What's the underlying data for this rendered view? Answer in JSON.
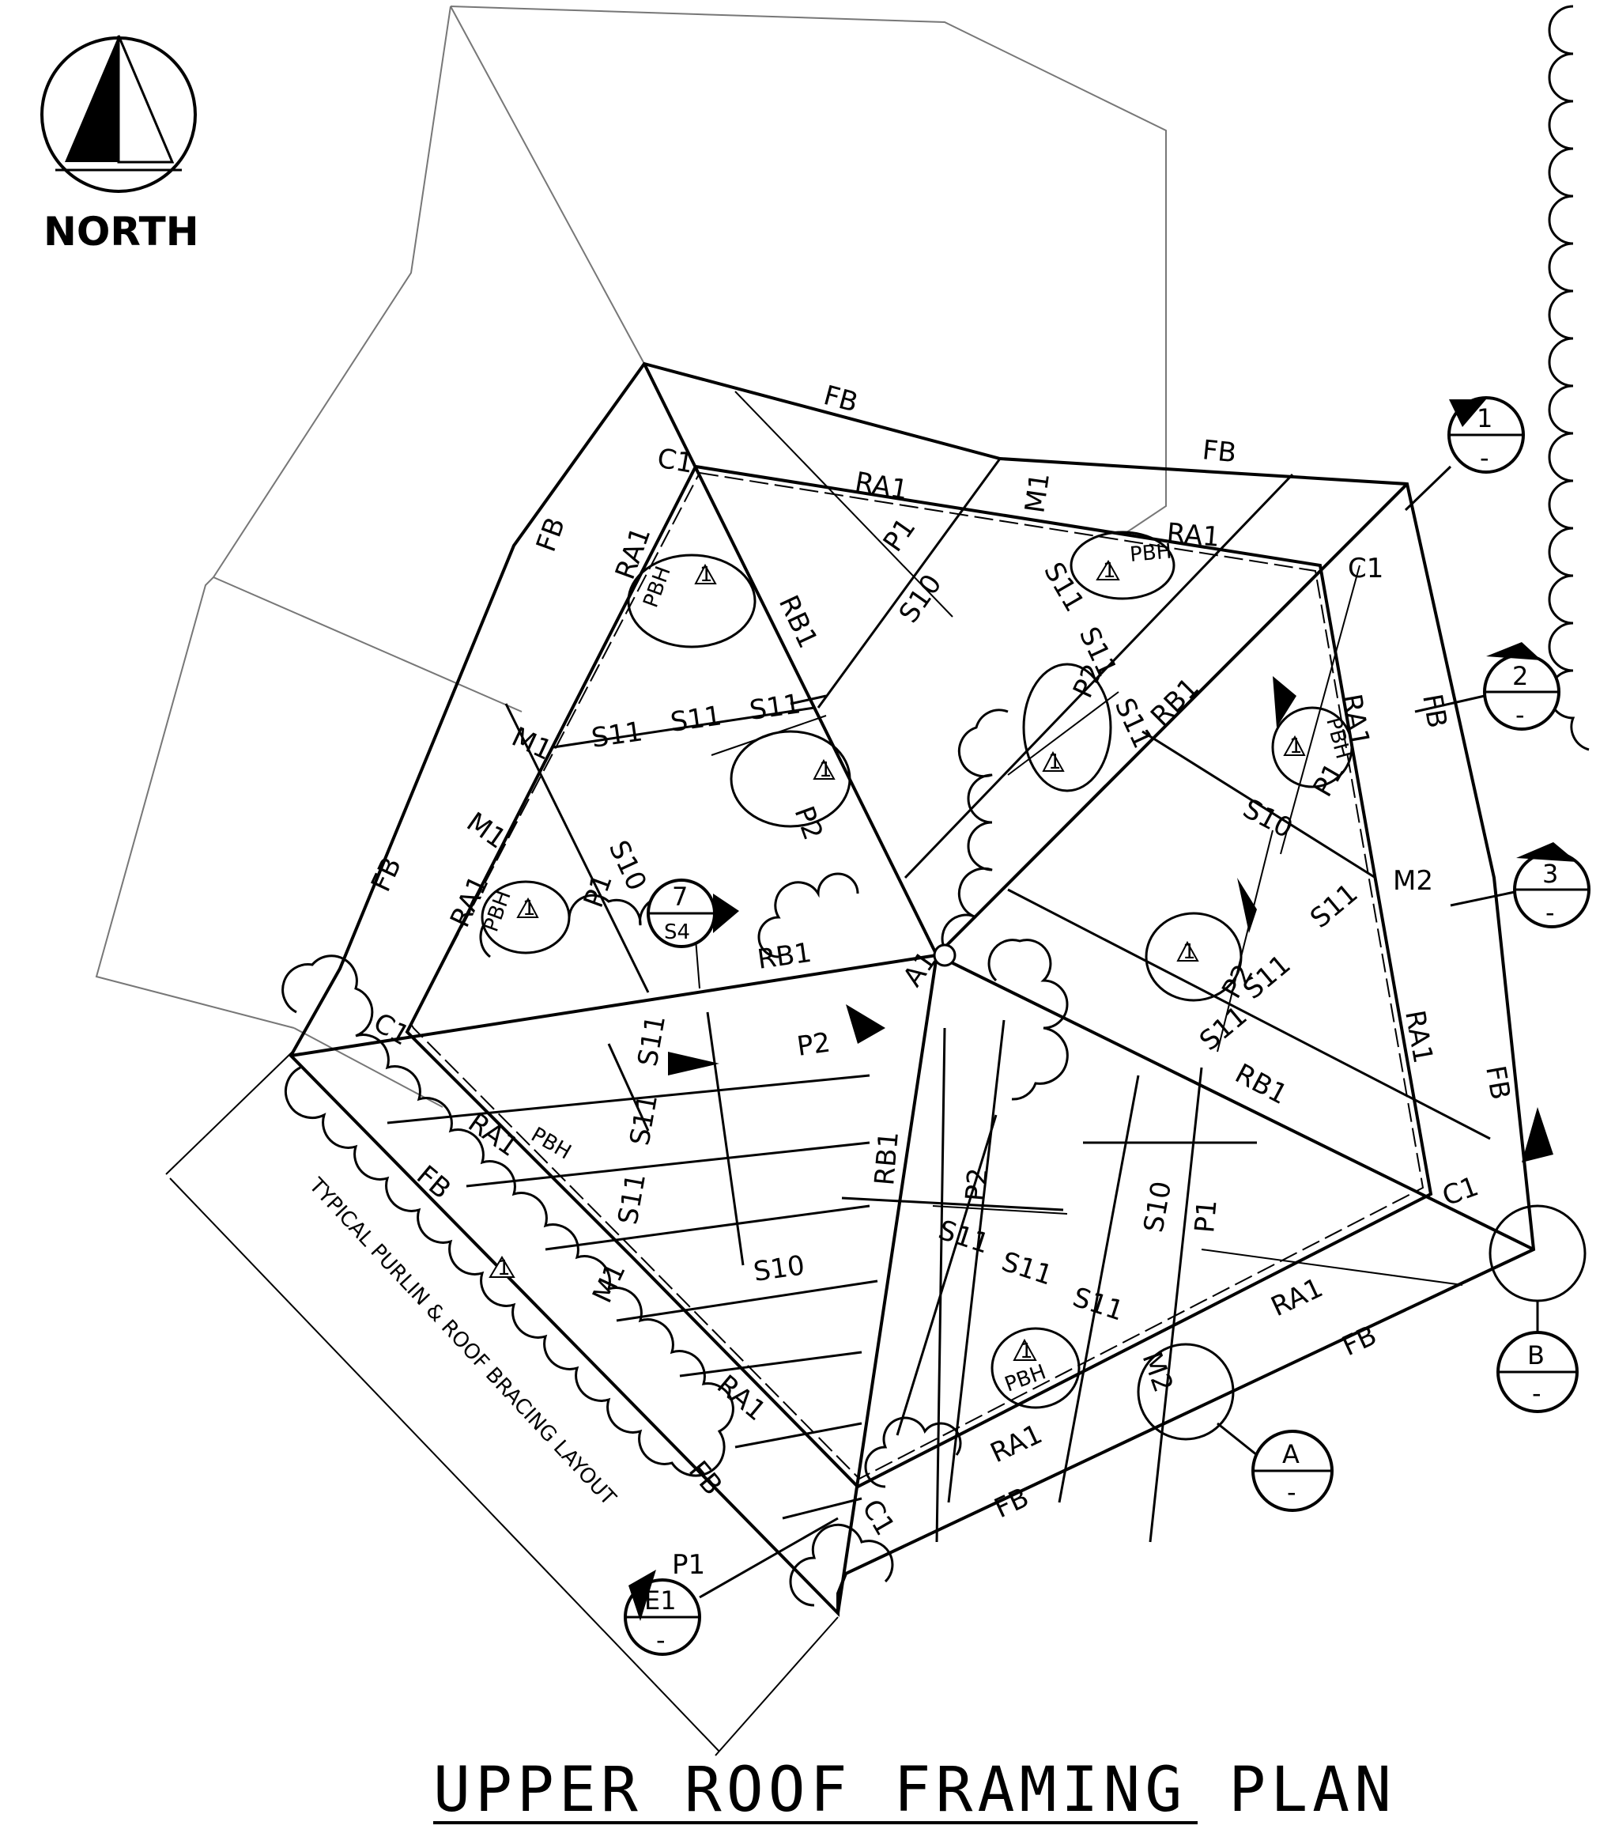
{
  "drawing": {
    "title": "UPPER ROOF FRAMING PLAN",
    "north_label": "NORTH",
    "typical_note": "TYPICAL PURLIN & ROOF BRACING LAYOUT"
  },
  "member_labels": {
    "fb": "FB",
    "ra1": "RA1",
    "rb1": "RB1",
    "c1": "C1",
    "m1": "M1",
    "m2": "M2",
    "p1": "P1",
    "p2": "P2",
    "s10": "S10",
    "s11": "S11",
    "pbh": "PBH",
    "a1": "A1"
  },
  "revision_tag": "1",
  "detail_callout": {
    "number": "7",
    "sheet": "S4"
  },
  "section_markers": [
    {
      "id": "1",
      "sheet": "-"
    },
    {
      "id": "2",
      "sheet": "-"
    },
    {
      "id": "3",
      "sheet": "-"
    },
    {
      "id": "E1",
      "sheet": "-"
    }
  ],
  "grid_bubbles": [
    {
      "id": "A",
      "sheet": "-"
    },
    {
      "id": "B",
      "sheet": "-"
    }
  ]
}
